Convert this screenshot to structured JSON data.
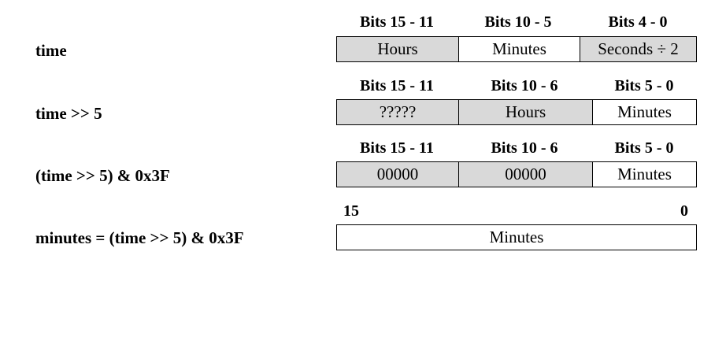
{
  "rows": [
    {
      "label": "time",
      "headers": [
        "Bits 15 - 11",
        "Bits 10 - 5",
        "Bits 4 - 0"
      ],
      "fields": [
        "Hours",
        "Minutes",
        "Seconds ÷ 2"
      ]
    },
    {
      "label": "time >> 5",
      "headers": [
        "Bits 15 - 11",
        "Bits 10 - 6",
        "Bits 5 - 0"
      ],
      "fields": [
        "?????",
        "Hours",
        "Minutes"
      ]
    },
    {
      "label": "(time >> 5) & 0x3F",
      "headers": [
        "Bits 15 - 11",
        "Bits 10 - 6",
        "Bits 5 - 0"
      ],
      "fields": [
        "00000",
        "00000",
        "Minutes"
      ]
    },
    {
      "label": "minutes = (time >> 5) & 0x3F",
      "bit_high": "15",
      "bit_low": "0",
      "field": "Minutes"
    }
  ],
  "colors": {
    "shaded": "#d9d9d9",
    "plain": "#ffffff",
    "border": "#000000"
  }
}
